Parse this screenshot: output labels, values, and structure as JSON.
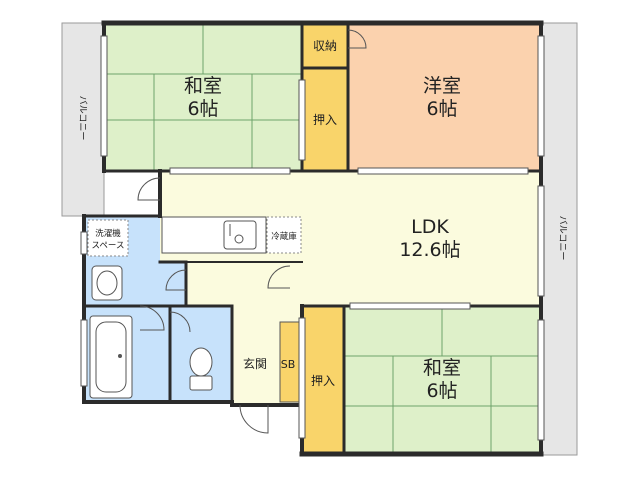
{
  "rooms": {
    "washitsu_top": {
      "name": "和室",
      "size": "6帖"
    },
    "youshitsu": {
      "name": "洋室",
      "size": "6帖"
    },
    "ldk": {
      "name": "LDK",
      "size": "12.6帖"
    },
    "washitsu_bottom": {
      "name": "和室",
      "size": "6帖"
    }
  },
  "storage": {
    "shuno": "収納",
    "oshiire_top": "押入",
    "oshiire_bottom": "押入"
  },
  "fixtures": {
    "laundry_line1": "洗濯機",
    "laundry_line2": "スペース",
    "fridge": "冷蔵庫",
    "entrance": "玄関",
    "shoe_box": "SB"
  },
  "balconies": {
    "left": "バルコニー",
    "right": "バルコニー"
  },
  "colors": {
    "tatami": "#def0c9",
    "youshitsu": "#fbd2ae",
    "ldk": "#fbfbde",
    "storage": "#f9d46a",
    "wet": "#c7e2fb",
    "balcony": "#e6e6e6",
    "wall": "#2b2b2b"
  }
}
